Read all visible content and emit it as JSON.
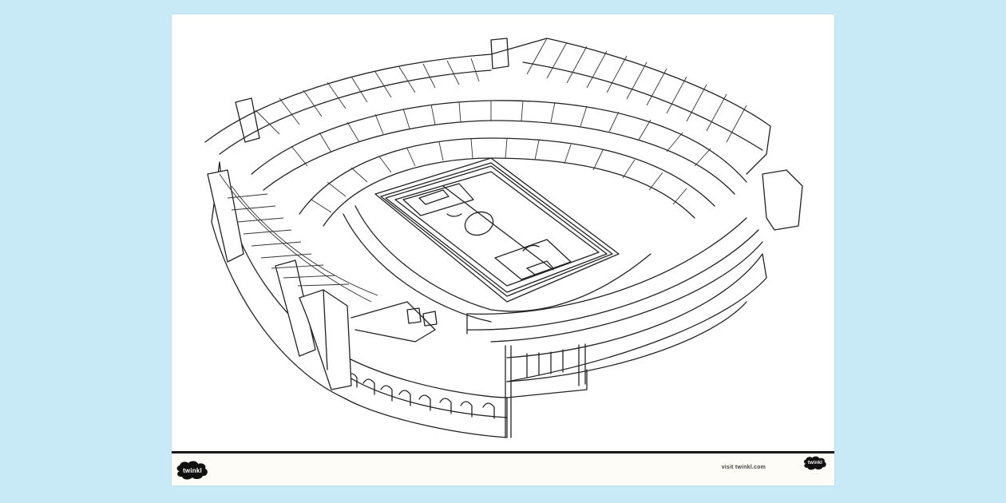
{
  "page": {
    "background_color": "#c8e9f6",
    "sheet_color": "#ffffff",
    "subject": "Football stadium colouring page",
    "line_color": "#222222"
  },
  "footer": {
    "left_logo": "twinkl",
    "visit_text": "visit twinkl.com",
    "right_logo": "twinkl",
    "right_logo_sub": "· · · ·"
  },
  "artwork": {
    "type": "line-art",
    "description": "Isometric outline drawing of a football stadium with tiered seating, roof canopy, corner towers and a pitch with centre circle and penalty boxes",
    "pitch": {
      "center_circle": true,
      "penalty_areas": 2,
      "halfway_line": true
    },
    "arches_count": 8
  }
}
